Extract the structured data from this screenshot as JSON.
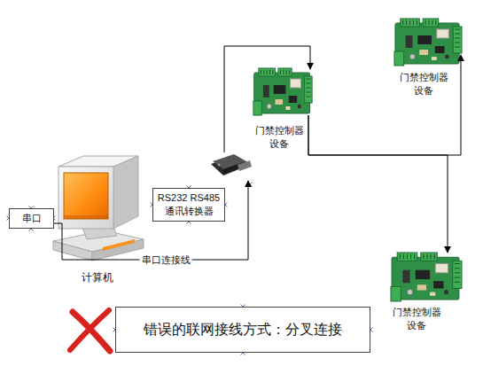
{
  "diagram": {
    "nodes": [
      {
        "text": [
          "计算机"
        ]
      },
      {
        "text": [
          "串口"
        ]
      },
      {
        "text": [
          "RS232 RS485 通讯转换器"
        ]
      },
      {
        "text": [
          "门禁控制器 设备"
        ]
      },
      {
        "text": [
          "门禁控制器 设备"
        ]
      },
      {
        "text": [
          "门禁控制器 设备"
        ]
      },
      {
        "text": [
          "错误的联网接线方式：分叉连接"
        ]
      }
    ],
    "edges": [
      {
        "from": 1,
        "to": 2,
        "arrow": "to",
        "label": "串口连接线"
      },
      {
        "from": 2,
        "to": 3,
        "arrow": "to"
      },
      {
        "from": 3,
        "to": 4,
        "arrow": "to"
      },
      {
        "from": 3,
        "to": 5,
        "arrow": "to"
      }
    ]
  }
}
